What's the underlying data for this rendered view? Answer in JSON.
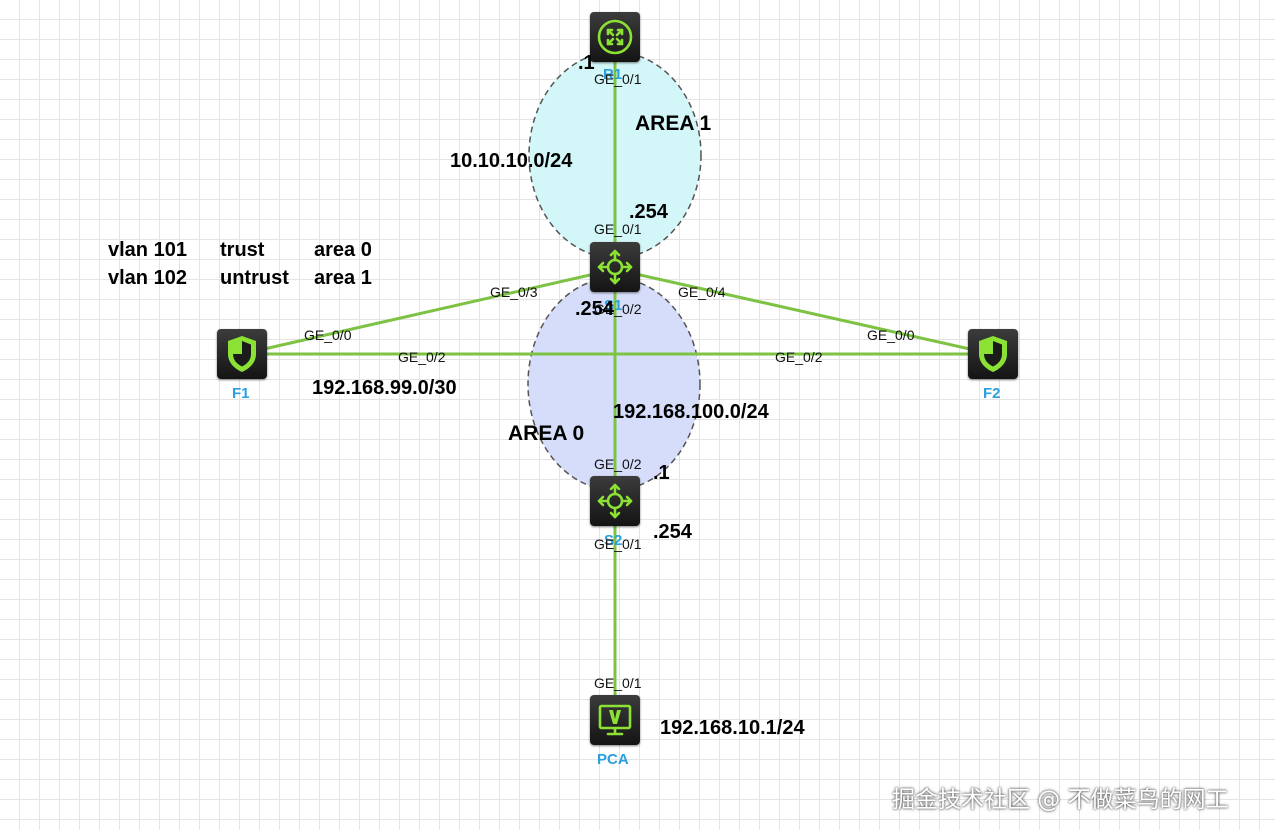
{
  "areas": {
    "area1": "AREA 1",
    "area0": "AREA 0"
  },
  "colors": {
    "link": "#7dc243",
    "area1_fill": "#d3f7f9",
    "area0_fill": "#d5ddfb",
    "device_icon": "#8be234",
    "device_name": "#2b9fe0"
  },
  "devices": {
    "top_router": {
      "name": "R1",
      "icon": "router-icon"
    },
    "core_switch": {
      "name": "S1",
      "icon": "layer3-switch-icon"
    },
    "lower_switch": {
      "name": "S2",
      "icon": "layer3-switch-icon"
    },
    "fw_left": {
      "name": "F1",
      "icon": "firewall-shield-icon"
    },
    "fw_right": {
      "name": "F2",
      "icon": "firewall-shield-icon"
    },
    "pc": {
      "name": "PCA",
      "icon": "monitor-icon"
    }
  },
  "ports": {
    "r_ge01": "GE_0/1",
    "s1_ge01": "GE_0/1",
    "s1_ge03": "GE_0/3",
    "s1_ge04": "GE_0/4",
    "s1_ge02": "GE_0/2",
    "f1_ge00": "GE_0/0",
    "f1_ge02": "GE_0/2",
    "f2_ge00": "GE_0/0",
    "f2_ge02": "GE_0/2",
    "s2_ge02": "GE_0/2",
    "s2_ge01": "GE_0/1",
    "pc_ge01": "GE_0/1"
  },
  "addresses": {
    "r_host": ".1",
    "net_area1": "10.10.10.0/24",
    "s1_area1_host": ".254",
    "s1_area0_host": ".254",
    "net_fw": "192.168.99.0/30",
    "net_area0": "192.168.100.0/24",
    "s2_area0_host": ".1",
    "s2_lan_host": ".254",
    "pc_ip": "192.168.10.1/24"
  },
  "legend": [
    {
      "vlan": "vlan 101",
      "zone": "trust",
      "area": "area 0"
    },
    {
      "vlan": "vlan 102",
      "zone": "untrust",
      "area": "area 1"
    }
  ],
  "watermark": "掘金技术社区 @ 不做菜鸟的网工"
}
